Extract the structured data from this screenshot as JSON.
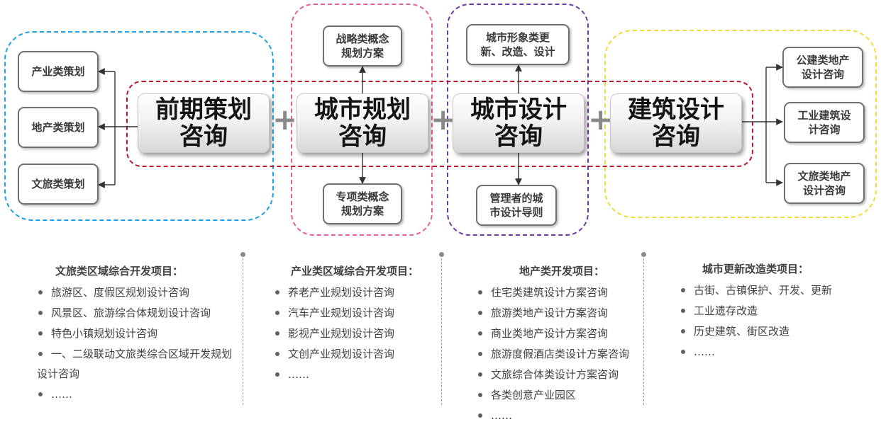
{
  "main": {
    "box1": [
      "前期策划",
      "咨询"
    ],
    "box2": [
      "城市规划",
      "咨询"
    ],
    "box3": [
      "城市设计",
      "咨询"
    ],
    "box4": [
      "建筑设计",
      "咨询"
    ]
  },
  "plus_sign": "+",
  "left_boxes": [
    "产业类策划",
    "地产类策划",
    "文旅类策划"
  ],
  "planning_top": [
    "战略类概念",
    "规划方案"
  ],
  "planning_bottom": [
    "专项类概念",
    "规划方案"
  ],
  "design_top": [
    "城市形象类更",
    "新、改造、设计"
  ],
  "design_bottom": [
    "管理者的城",
    "市设计导则"
  ],
  "right_boxes": [
    [
      "公建类地产",
      "设计咨询"
    ],
    [
      "工业建筑设",
      "计咨询"
    ],
    [
      "文旅类地产",
      "设计咨询"
    ]
  ],
  "columns": [
    {
      "title": "文旅类区域综合开发项目：",
      "items": [
        "旅游区、度假区规划设计咨询",
        "风景区、旅游综合体规划设计咨询",
        "特色小镇规划设计咨询",
        "一、二级联动文旅类综合区域开发规划设计咨询",
        "……"
      ]
    },
    {
      "title": "产业类区域综合开发项目：",
      "items": [
        "养老产业规划设计咨询",
        "汽车产业规划设计咨询",
        "影视产业规划设计咨询",
        "文创产业规划设计咨询",
        "……"
      ]
    },
    {
      "title": "地产类开发项目：",
      "items": [
        "住宅类建筑设计方案咨询",
        "旅游类地产设计方案咨询",
        "商业类地产设计方案咨询",
        "旅游度假酒店类设计方案咨询",
        "文旅综合体类设计方案咨询",
        "各类创意产业园区",
        "……"
      ]
    },
    {
      "title": "城市更新改造类项目：",
      "items": [
        "古街、古镇保护、开发、更新",
        "工业遗存改造",
        "历史建筑、街区改造",
        "……"
      ]
    }
  ]
}
